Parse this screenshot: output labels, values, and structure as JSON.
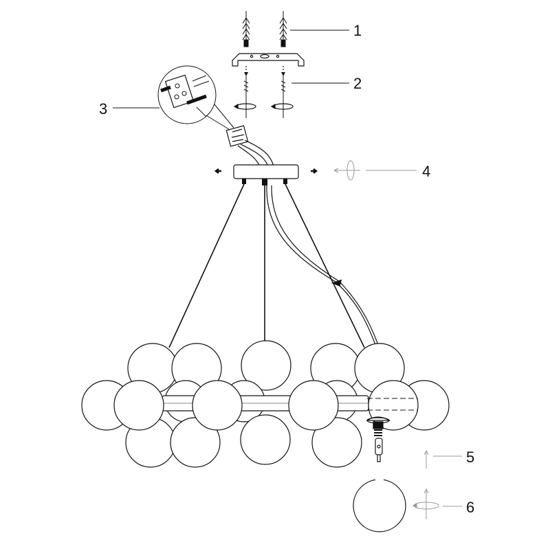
{
  "diagram": {
    "step_labels": [
      "1",
      "2",
      "3",
      "4",
      "5",
      "6"
    ]
  }
}
